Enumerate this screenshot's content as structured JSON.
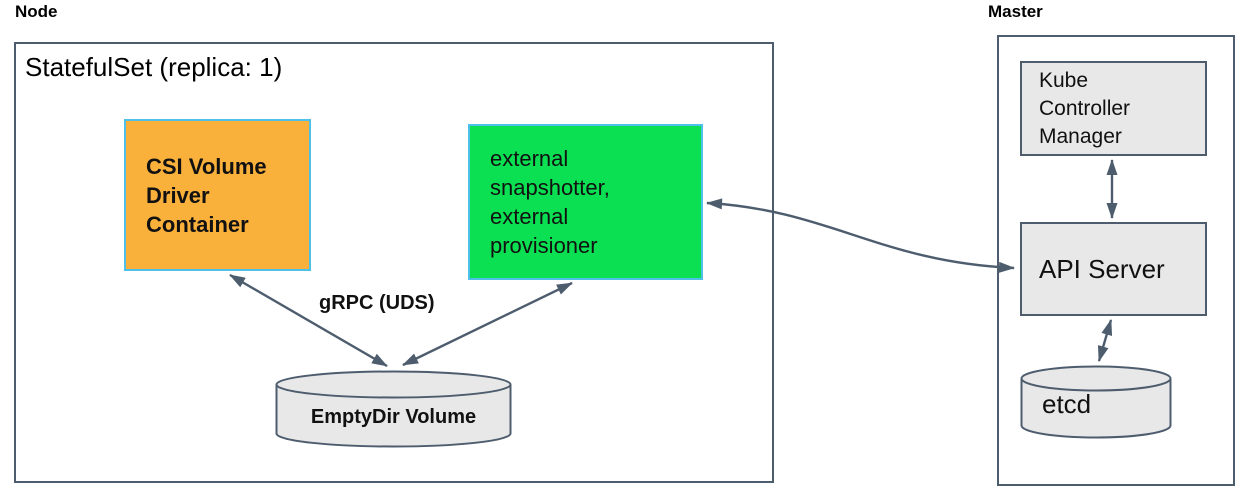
{
  "colors": {
    "line": "#4e5d6e",
    "box_border_blue": "#4FC1E9",
    "csi_fill": "#F9B13C",
    "sidecar_fill": "#0BE052",
    "gray_fill": "#E8E8E8"
  },
  "node": {
    "label": "Node",
    "statefulset_label": "StatefulSet (replica: 1)",
    "csi_box": {
      "lines": [
        "CSI Volume",
        "Driver",
        "Container"
      ]
    },
    "sidecar_box": {
      "lines": [
        "external",
        "snapshotter,",
        "external",
        "provisioner"
      ]
    },
    "grpc_label": "gRPC (UDS)",
    "emptydir": {
      "label": "EmptyDir Volume"
    }
  },
  "master": {
    "label": "Master",
    "kcm": {
      "lines": [
        "Kube",
        "Controller",
        "Manager"
      ]
    },
    "api_server": {
      "label": "API Server"
    },
    "etcd": {
      "label": "etcd"
    }
  }
}
